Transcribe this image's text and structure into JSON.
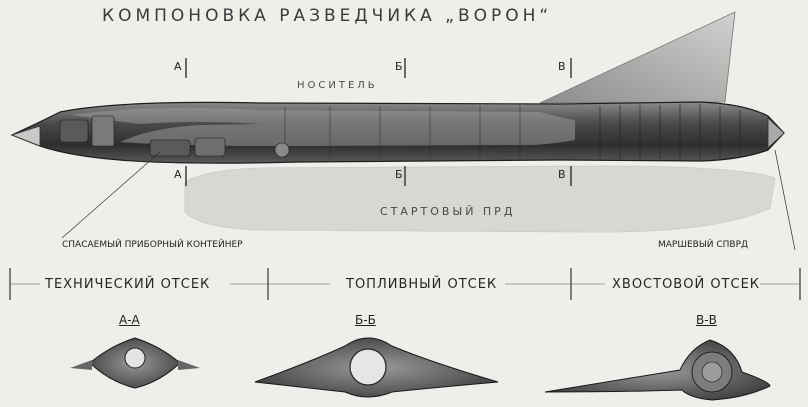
{
  "title": "КОМПОНОВКА  РАЗВЕДЧИКА „ВОРОН“",
  "labels": {
    "carrier": "НОСИТЕЛЬ",
    "booster": "СТАРТОВЫЙ  ПРД",
    "container": "СПАСАЕМЫЙ ПРИБОРНЫЙ КОНТЕЙНЕР",
    "engine": "МАРШЕВЫЙ СПВРД"
  },
  "compartments": [
    {
      "label": "ТЕХНИЧЕСКИЙ  ОТСЕК"
    },
    {
      "label": "ТОПЛИВНЫЙ  ОТСЕК"
    },
    {
      "label": "ХВОСТОВОЙ  ОТСЕК"
    }
  ],
  "cuts": [
    {
      "letter": "А",
      "section": "А-А"
    },
    {
      "letter": "Б",
      "section": "Б-Б"
    },
    {
      "letter": "В",
      "section": "В-В"
    }
  ],
  "colors": {
    "paper": "#efeeea",
    "ink": "#222222",
    "fuselage_dark": "#3a3a3a",
    "fuselage_mid": "#6a6a6a",
    "booster_fill": "#d8d7d3"
  }
}
